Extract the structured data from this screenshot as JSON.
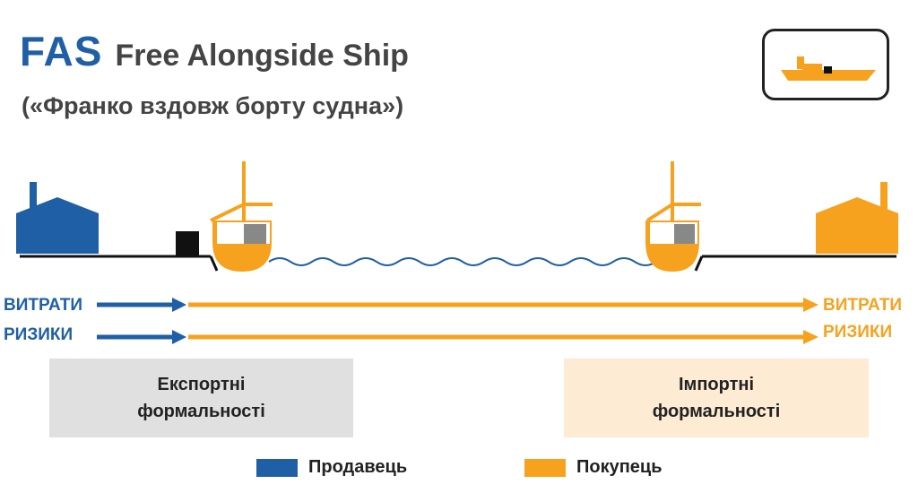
{
  "header": {
    "abbreviation": "FAS",
    "full_name": "Free Alongside Ship",
    "translation": "(«Франко вздовж борту судна»)",
    "icon": "ship-icon"
  },
  "flow": {
    "seller_side": {
      "costs_label": "ВИТРАТИ",
      "risks_label": "РИЗИКИ"
    },
    "buyer_side": {
      "costs_label": "ВИТРАТИ",
      "risks_label": "РИЗИКИ"
    }
  },
  "formalities": {
    "export": "Експортні\nформальності",
    "import": "Імпортні\nформальності"
  },
  "legend": [
    {
      "label": "Продавець",
      "color": "#1f5fa6"
    },
    {
      "label": "Покупець",
      "color": "#f6a21e"
    }
  ],
  "colors": {
    "seller": "#1f5fa6",
    "buyer": "#f6a21e",
    "cargo": "#111111",
    "container": "#888888"
  }
}
